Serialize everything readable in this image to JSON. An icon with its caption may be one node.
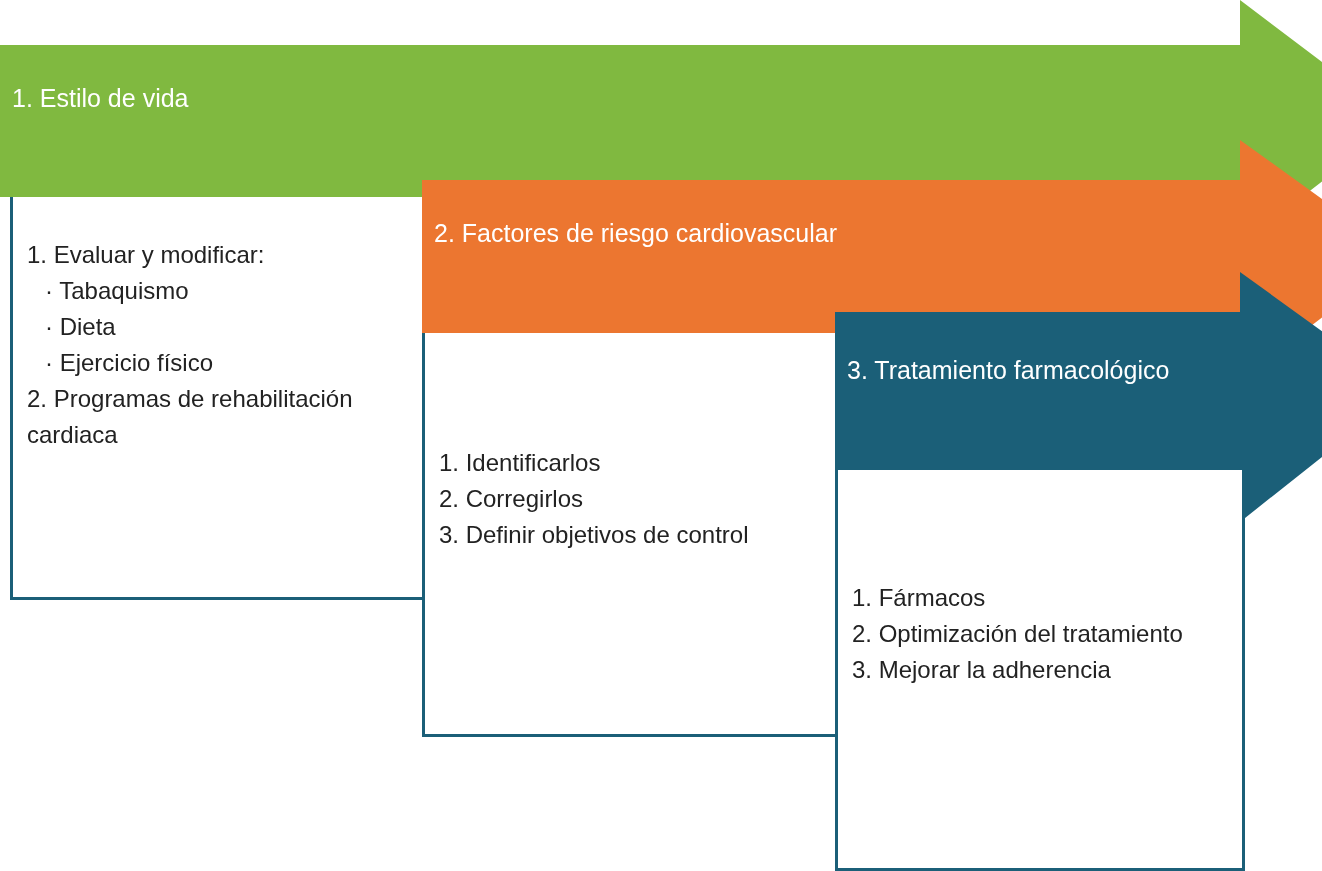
{
  "diagram": {
    "nodes": [
      {
        "text": [
          "1. Estilo de vida"
        ]
      },
      {
        "text": [
          "1. Evaluar y modificar:",
          "· Tabaquismo",
          "· Dieta",
          "· Ejercicio físico",
          "2. Programas de rehabilitación cardiaca"
        ]
      },
      {
        "text": [
          "2. Factores de riesgo cardiovascular"
        ]
      },
      {
        "text": [
          "1. Identificarlos",
          "2. Corregirlos",
          "3. Definir objetivos de control"
        ]
      },
      {
        "text": [
          "3. Tratamiento farmacológico"
        ]
      },
      {
        "text": [
          "1. Fármacos",
          "2. Optimización del tratamiento",
          "3. Mejorar la adherencia"
        ]
      }
    ]
  }
}
